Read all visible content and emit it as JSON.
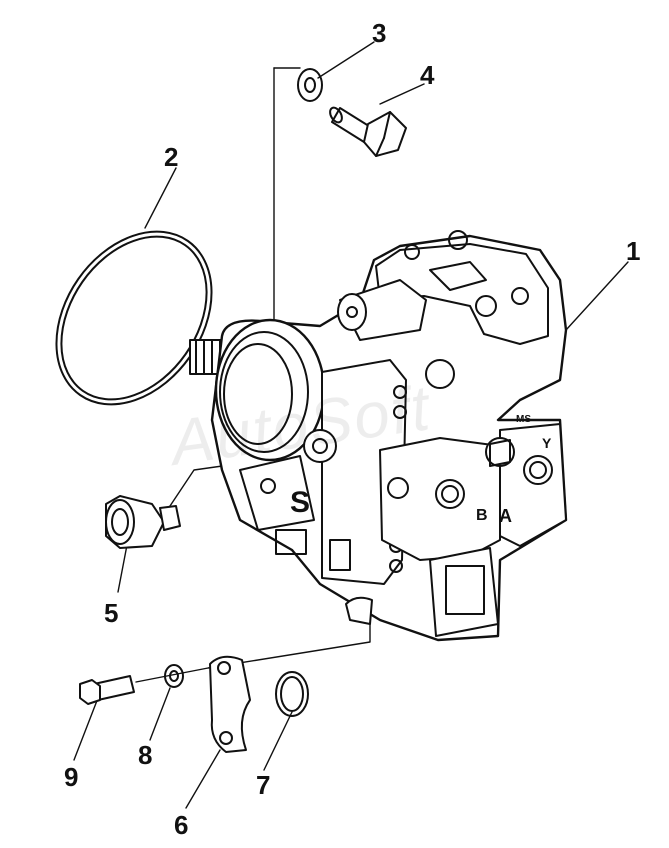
{
  "diagram": {
    "type": "exploded-parts-view",
    "callouts": [
      {
        "id": "1",
        "label": "1",
        "part": "pump-assembly"
      },
      {
        "id": "2",
        "label": "2",
        "part": "o-ring-large"
      },
      {
        "id": "3",
        "label": "3",
        "part": "washer"
      },
      {
        "id": "4",
        "label": "4",
        "part": "bolt"
      },
      {
        "id": "5",
        "label": "5",
        "part": "fitting"
      },
      {
        "id": "6",
        "label": "6",
        "part": "flange-clamp"
      },
      {
        "id": "7",
        "label": "7",
        "part": "o-ring-small"
      },
      {
        "id": "8",
        "label": "8",
        "part": "lock-washer"
      },
      {
        "id": "9",
        "label": "9",
        "part": "screw"
      }
    ],
    "housing_marks": {
      "mark_a": "A",
      "mark_b": "B",
      "mark_y": "Y",
      "mark_s": "S",
      "mark_ms": "MS"
    },
    "watermark": "AutoSoft"
  }
}
